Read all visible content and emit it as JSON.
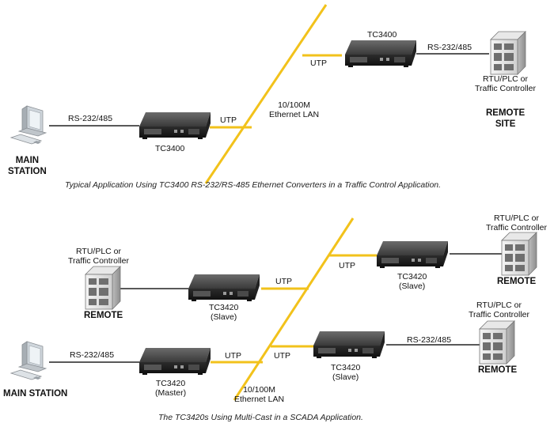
{
  "top": {
    "main_station": {
      "line1": "MAIN",
      "line2": "STATION"
    },
    "main_link": "RS-232/485",
    "device_left": "TC3400",
    "utp_left": "UTP",
    "lan": {
      "line1": "10/100M",
      "line2": "Ethernet LAN"
    },
    "utp_right": "UTP",
    "device_right": "TC3400",
    "remote_link": "RS-232/485",
    "rtu": {
      "line1": "RTU/PLC or",
      "line2": "Traffic Controller"
    },
    "remote_site": {
      "line1": "REMOTE",
      "line2": "SITE"
    },
    "caption": "Typical Application Using TC3400 RS-232/RS-485 Ethernet Converters in a Traffic Control Application."
  },
  "bottom": {
    "remote_left": {
      "rtu1": "RTU/PLC or",
      "rtu2": "Traffic Controller",
      "label": "REMOTE"
    },
    "slave_left": {
      "name": "TC3420",
      "role": "(Slave)"
    },
    "utp_upper_left": "UTP",
    "utp_upper_right": "UTP",
    "slave_top_right": {
      "name": "TC3420",
      "role": "(Slave)"
    },
    "remote_top_right": {
      "rtu1": "RTU/PLC or",
      "rtu2": "Traffic Controller",
      "label": "REMOTE"
    },
    "main_station": "MAIN STATION",
    "main_link": "RS-232/485",
    "master": {
      "name": "TC3420",
      "role": "(Master)"
    },
    "utp_lower_left": "UTP",
    "utp_lower_right": "UTP",
    "slave_lower_right": {
      "name": "TC3420",
      "role": "(Slave)"
    },
    "remote_link": "RS-232/485",
    "remote_bottom_right": {
      "rtu1": "RTU/PLC or",
      "rtu2": "Traffic Controller",
      "label": "REMOTE"
    },
    "lan": {
      "line1": "10/100M",
      "line2": "Ethernet LAN"
    },
    "caption": "The TC3420s Using Multi-Cast in a SCADA Application."
  },
  "colors": {
    "lan": "#f2c21b",
    "cable": "#222222",
    "device": "#3a3a3a"
  }
}
